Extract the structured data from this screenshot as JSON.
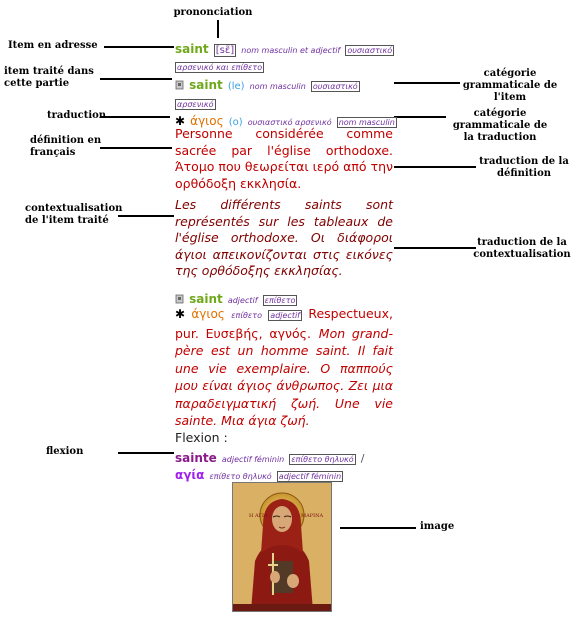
{
  "labels": {
    "prononciation": "prononciation",
    "item_adresse": "Item en adresse",
    "item_traite_1": "item traité dans",
    "item_traite_2": "cette partie",
    "traduction": "traduction",
    "definition_1": "définition en",
    "definition_2": "français",
    "contextualisation_1": "contextualisation",
    "contextualisation_2": "de l'item traité",
    "flexion": "flexion",
    "cat_item_1": "catégorie",
    "cat_item_2": "grammaticale de",
    "cat_item_3": "l'item",
    "cat_trad_1": "catégorie",
    "cat_trad_2": "grammaticale de",
    "cat_trad_3": "la traduction",
    "trad_def_1": "traduction de la",
    "trad_def_2": "définition",
    "trad_ctx_1": "traduction de la",
    "trad_ctx_2": "contextualisation",
    "image": "image"
  },
  "entry": {
    "headword": "saint",
    "pron": "[sɛ̃]",
    "gram_line1": "nom    masculin    et    adjectif",
    "gram_greek_a": "ουσιαστικό",
    "gram_greek_b": "αρσενικό και επίθετο",
    "sub1_headword": "saint",
    "sub1_pron": "(le)",
    "sub1_gram": "nom        masculin",
    "sub1_greek_a": "ουσιαστικό",
    "sub1_greek_b": "αρσενικό",
    "trans1": "άγιος",
    "trans1_pron": "(o)",
    "trans1_gram": "ουσιαστικό αρσενικό",
    "trans1_cat": "nom masculin",
    "definition": "Personne considérée comme sacrée par l'église orthodoxe. Άτομο που θεωρείται ιερό από την ορθόδοξη εκκλησία.",
    "context": "Les différents saints sont représentés sur les tableaux de l'église orthodoxe. Οι διάφοροι άγιοι απεικονίζονται στις εικόνες της ορθόδοξης εκκλησίας.",
    "sub2_headword": "saint",
    "sub2_gram": "adjectif",
    "sub2_greek": "επίθετο",
    "trans2": "άγιος",
    "trans2_gram": "επίθετο",
    "trans2_cat": "adjectif",
    "def2": "Respectueux, pur. Ευσεβής, αγνός.",
    "ctx2": "Mon grand-père est un homme saint. Il fait une vie exemplaire. Ο παππούς μου είναι άγιος άνθρωπος. Ζει μια παραδειγματική ζωή. Une vie sainte. Μια άγια ζωή.",
    "flexion_title": "Flexion :",
    "flex_fr": "sainte",
    "flex_fr_gram": "adjectif féminin",
    "flex_fr_greek": "επίθετο θηλυκό",
    "flex_sep": "/",
    "flex_gr": "αγία",
    "flex_gr_gram": "επίθετο θηλυκό",
    "flex_gr_cat": "adjectif féminin",
    "icon_caption": "Η ΑΓΙΑ ΜΑΡΙΝΑ"
  },
  "colors": {
    "headword": "#70a81c",
    "gram": "#7030a0",
    "translation": "#e07000",
    "definition": "#c00000",
    "context": "#800000"
  }
}
